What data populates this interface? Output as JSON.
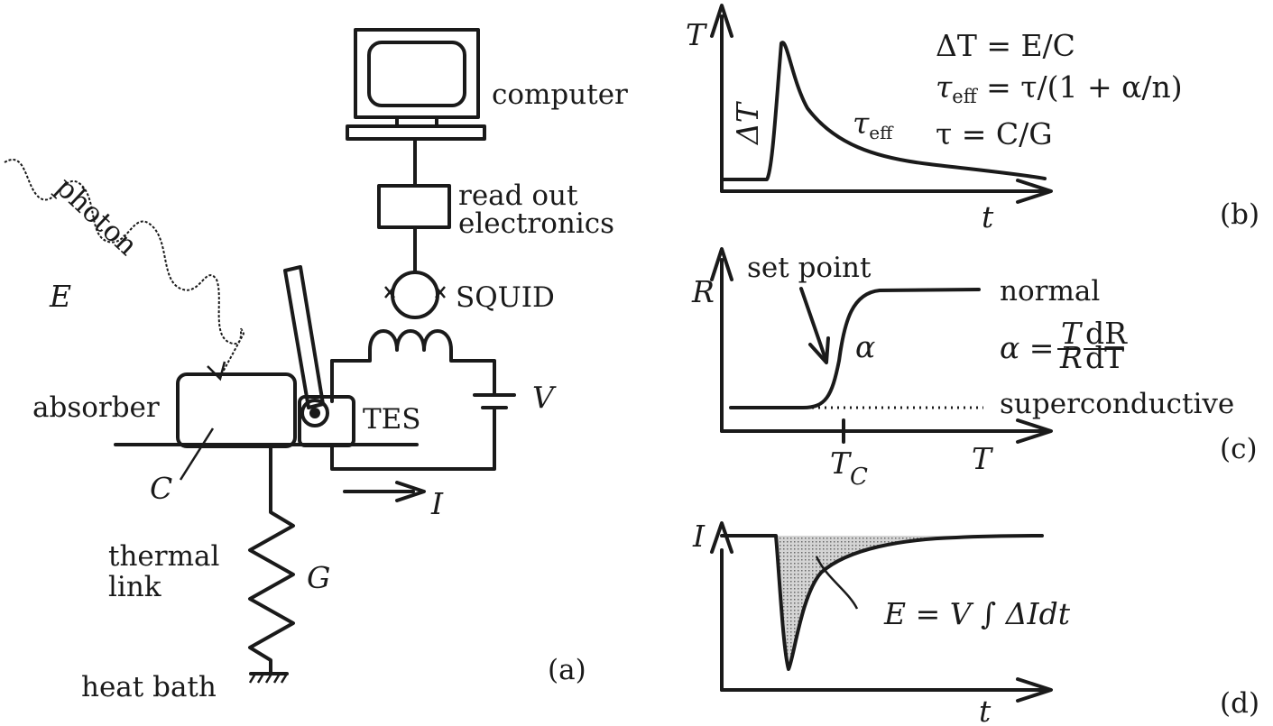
{
  "panel_a": {
    "label": "(a)",
    "computer": "computer",
    "readout_line1": "read out",
    "readout_line2": "electronics",
    "squid": "SQUID",
    "photon": "photon",
    "photon_energy": "E",
    "absorber": "absorber",
    "capacitance": "C",
    "tes": "TES",
    "voltage": "V",
    "current": "I",
    "thermal_line1": "thermal",
    "thermal_line2": "link",
    "conductance": "G",
    "heat_bath": "heat bath"
  },
  "panel_b": {
    "label": "(b)",
    "y_axis": "T",
    "x_axis": "t",
    "pulse_height": "ΔT",
    "decay_label": "τ",
    "decay_sub": "eff",
    "eq1": "ΔT = E/C",
    "eq2_lhs": "τ",
    "eq2_sub": "eff",
    "eq2_rhs": " = τ/(1 + α/n)",
    "eq3": "τ = C/G"
  },
  "panel_c": {
    "label": "(c)",
    "y_axis": "R",
    "x_axis": "T",
    "tc_main": "T",
    "tc_sub": "C",
    "set_point": "set point",
    "alpha": "α",
    "normal": "normal",
    "superconductive": "superconductive",
    "alpha_lhs": "α =",
    "frac1_num": "T",
    "frac1_den": "R",
    "frac2_num": "dR",
    "frac2_den": "dT"
  },
  "panel_d": {
    "label": "(d)",
    "y_axis": "I",
    "x_axis": "t",
    "energy_eq": "E = V ∫ ΔIdt"
  },
  "colors": {
    "ink": "#1a1a1a",
    "shade": "#c8c8c8",
    "background": "#ffffff"
  }
}
